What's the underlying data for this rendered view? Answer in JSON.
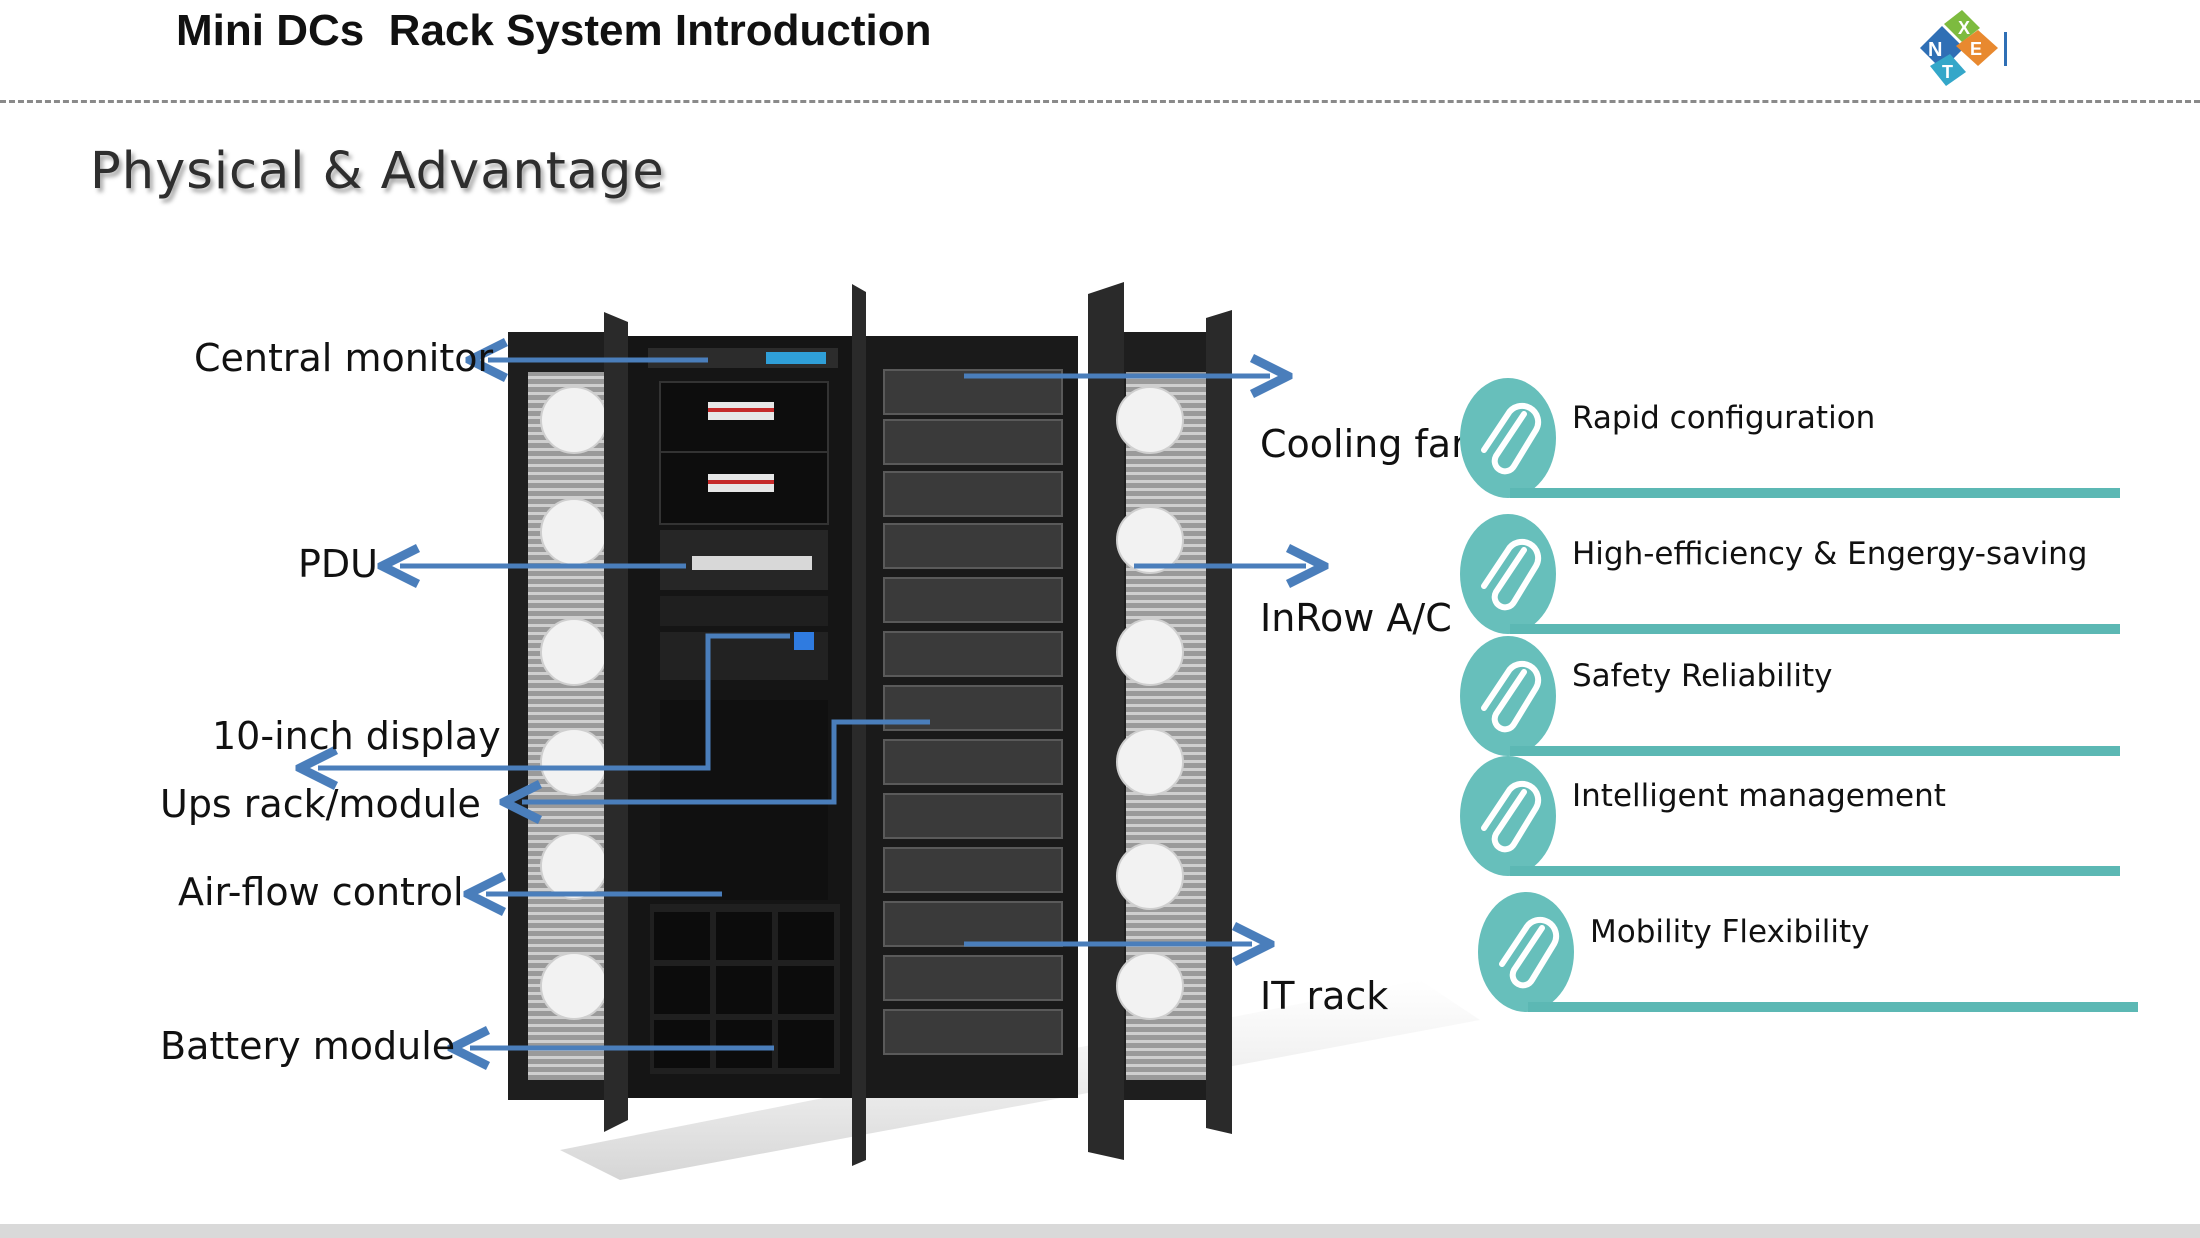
{
  "header": {
    "title": "Mini DCs  Rack System Introduction",
    "logo_letters": [
      "N",
      "X",
      "E",
      "T"
    ]
  },
  "section": {
    "subtitle": "Physical & Advantage"
  },
  "left_labels": [
    "Central monitor",
    "PDU",
    "10-inch display",
    "Ups rack/module",
    "Air-flow control",
    "Battery module"
  ],
  "right_labels": [
    "Cooling fan",
    "InRow A/C",
    "IT rack"
  ],
  "advantages": [
    "Rapid configuration",
    "High-efficiency & Engergy-saving",
    "Safety Reliability",
    "Intelligent management",
    "Mobility Flexibility"
  ],
  "colors": {
    "arrow": "#4a7ebb",
    "accent_teal": "#5cb8b4",
    "rack": "#1b1b1b"
  },
  "icons": {
    "advantage_icon": "paperclip-icon"
  }
}
